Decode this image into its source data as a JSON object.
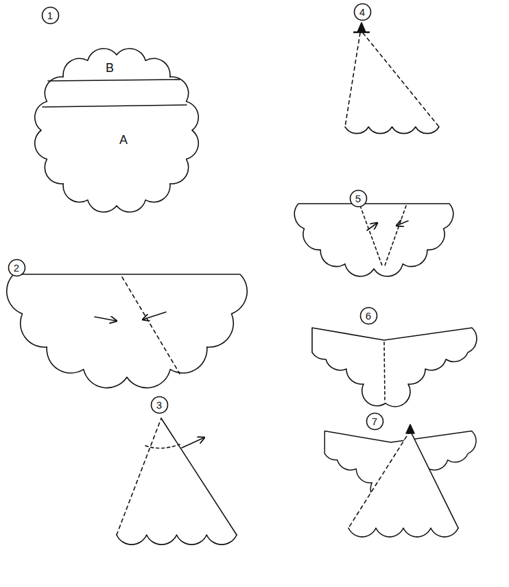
{
  "diagram": {
    "nodes": [
      {
        "text": [
          "1"
        ]
      },
      {
        "text": [
          "2"
        ]
      },
      {
        "text": [
          "3"
        ]
      },
      {
        "text": [
          "4"
        ]
      },
      {
        "text": [
          "5"
        ]
      },
      {
        "text": [
          "6"
        ]
      },
      {
        "text": [
          "7"
        ]
      }
    ],
    "labels": [
      "B",
      "A"
    ]
  }
}
